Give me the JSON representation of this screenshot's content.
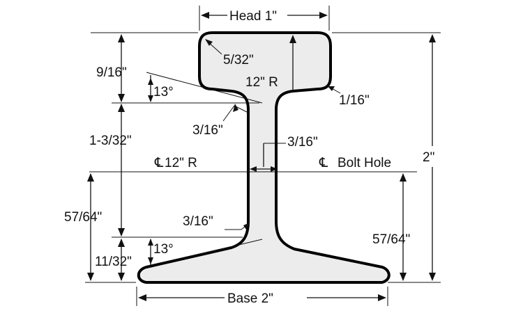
{
  "labels": {
    "head": "Head 1\"",
    "head_radius_corner": "5/32\"",
    "head_top_radius": "12\" R",
    "upper_height": "9/16\"",
    "upper_angle": "13°",
    "under_head_fillet": "1/16\"",
    "upper_web_fillet": "3/16\"",
    "web_height": "1-3/32\"",
    "web_thickness": "3/16\"",
    "web_radius": "12\" R",
    "bolt_hole": "Bolt Hole",
    "total_height": "2\"",
    "left_lower_height": "57/64\"",
    "lower_web_fillet": "3/16\"",
    "right_lower_height": "57/64\"",
    "base_edge_height": "11/32\"",
    "lower_angle": "13°",
    "base": "Base 2\""
  },
  "symbols": {
    "centerline": "℄"
  },
  "colors": {
    "profile_fill": "#ececec",
    "profile_stroke": "#000000",
    "line": "#111111"
  }
}
